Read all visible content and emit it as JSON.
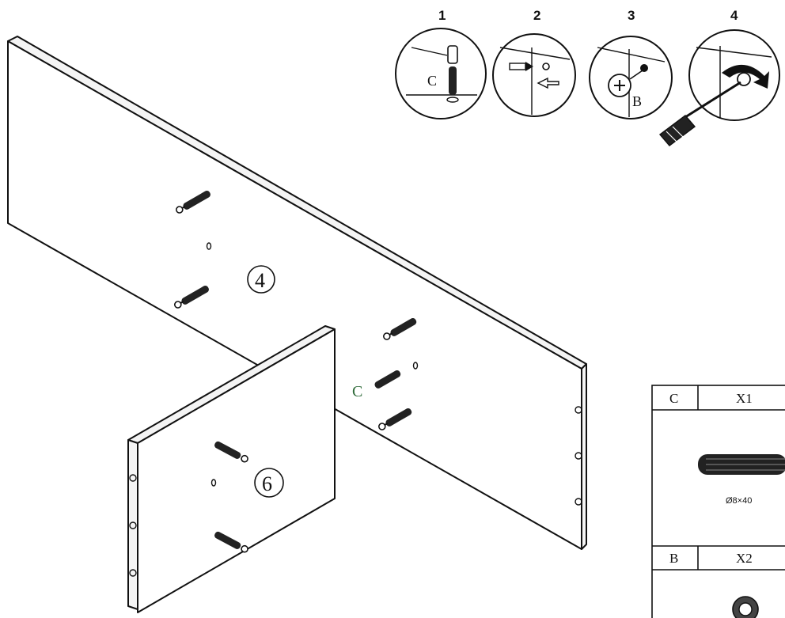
{
  "steps": [
    {
      "number": "1",
      "letter": "C"
    },
    {
      "number": "2"
    },
    {
      "number": "3",
      "letter": "B"
    },
    {
      "number": "4"
    }
  ],
  "parts": {
    "panel_top_label": "4",
    "panel_side_label": "6",
    "dowel_letter": "C"
  },
  "legend": {
    "row_c": {
      "letter": "C",
      "qty": "X1",
      "spec": "Ø8×40"
    },
    "row_b": {
      "letter": "B",
      "qty": "X2"
    }
  },
  "colors": {
    "line": "#111111",
    "accent_letter": "#2f6b3a"
  }
}
